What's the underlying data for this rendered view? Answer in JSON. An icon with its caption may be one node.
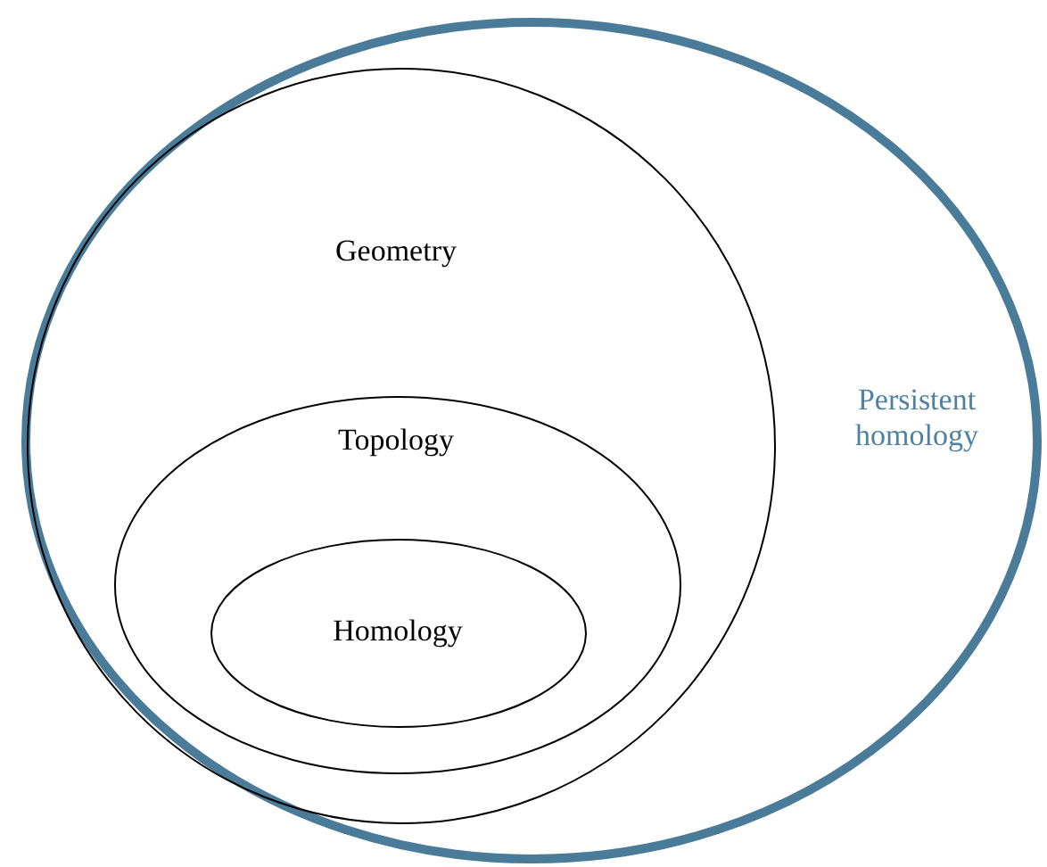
{
  "diagram": {
    "nodes": [
      {
        "text": [
          "Persistent homology"
        ]
      },
      {
        "text": [
          "Geometry"
        ],
        "in": 0
      },
      {
        "text": [
          "Topology"
        ],
        "in": 1
      },
      {
        "text": [
          "Homology"
        ],
        "in": 2
      }
    ]
  }
}
